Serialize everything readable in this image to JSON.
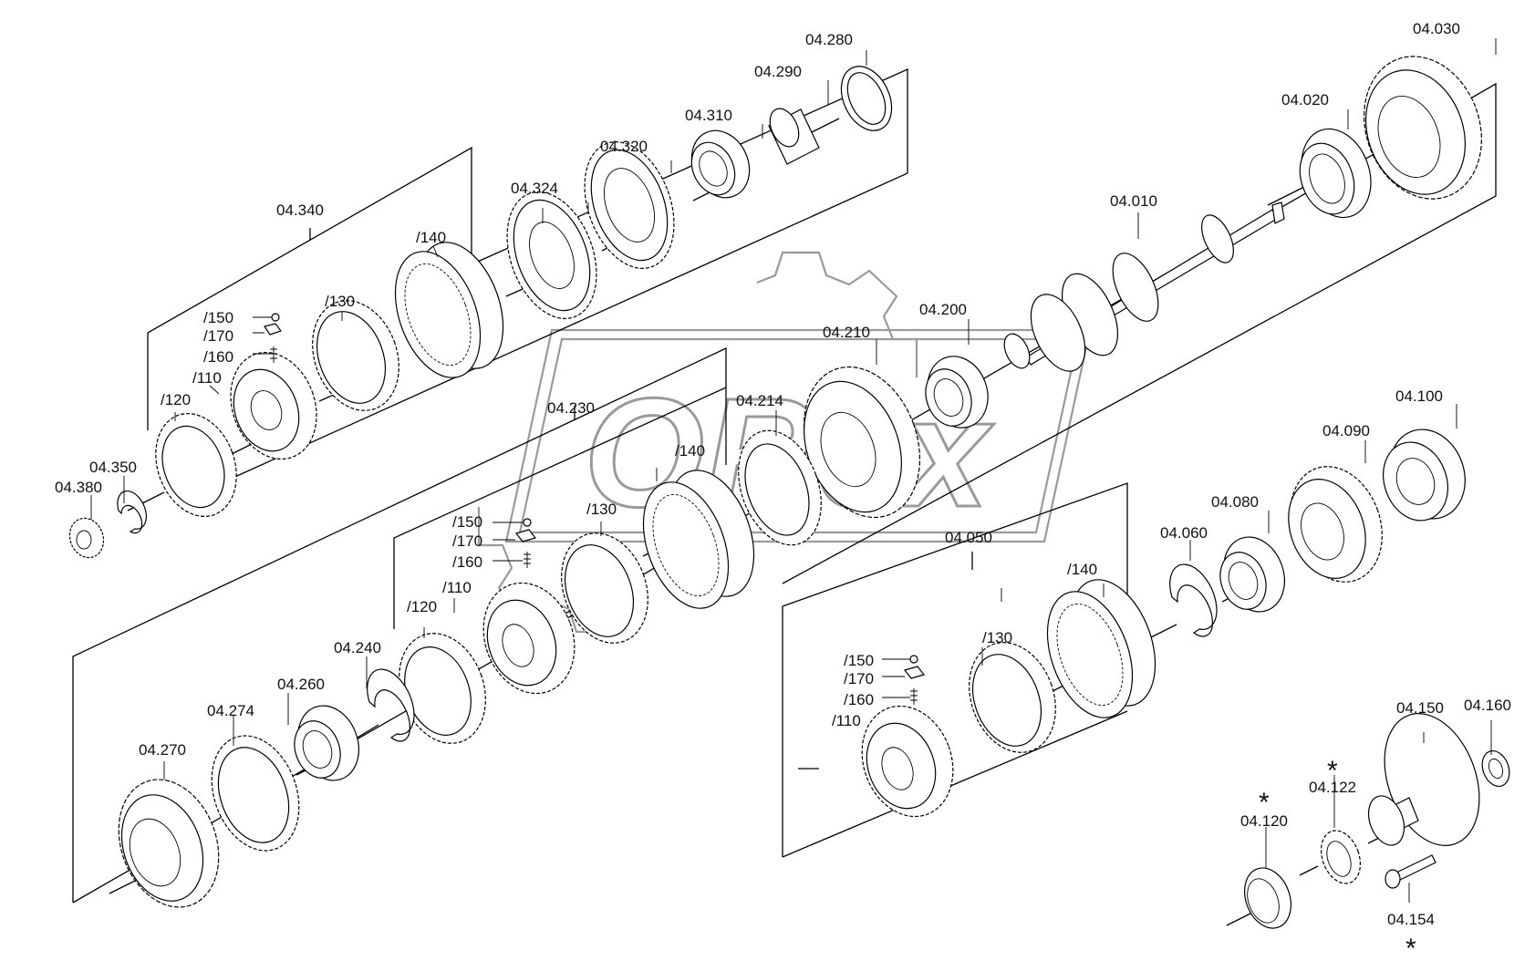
{
  "watermark": {
    "text": "ORex"
  },
  "labels": {
    "p04_280": "04.280",
    "p04_290": "04.290",
    "p04_310": "04.310",
    "p04_320": "04.320",
    "p04_324": "04.324",
    "p04_340": "04.340",
    "u_140": "/140",
    "u_130": "/130",
    "u_150": "/150",
    "u_170": "/170",
    "u_160": "/160",
    "u_110": "/110",
    "u_120": "/120",
    "p04_350": "04.350",
    "p04_380": "04.380",
    "p04_030": "04.030",
    "p04_020": "04.020",
    "p04_010": "04.010",
    "p04_200": "04.200",
    "p04_210": "04.210",
    "p04_214": "04.214",
    "p04_230": "04.230",
    "m_140": "/140",
    "m_130": "/130",
    "m_150": "/150",
    "m_170": "/170",
    "m_160": "/160",
    "m_110": "/110",
    "m_120": "/120",
    "p04_240": "04.240",
    "p04_260": "04.260",
    "p04_274": "04.274",
    "p04_270": "04.270",
    "p04_100": "04.100",
    "p04_090": "04.090",
    "p04_080": "04.080",
    "p04_060": "04.060",
    "p04_050": "04.050",
    "l_140": "/140",
    "l_130": "/130",
    "l_150": "/150",
    "l_170": "/170",
    "l_160": "/160",
    "l_110": "/110",
    "p04_150": "04.150",
    "p04_160": "04.160",
    "p04_122": "04.122",
    "p04_120": "04.120",
    "p04_154": "04.154",
    "star": "*"
  }
}
